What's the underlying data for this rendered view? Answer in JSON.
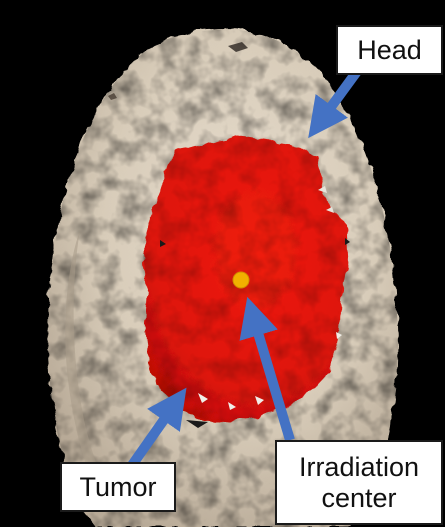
{
  "labels": {
    "head": "Head",
    "tumor": "Tumor",
    "irradiation_line1": "Irradiation",
    "irradiation_line2": "center"
  },
  "colors": {
    "background": "#000000",
    "head_tissue": "#ddd0bd",
    "head_shadow": "#b5a795",
    "tumor": "#e3150b",
    "tumor_shadow": "#b80d05",
    "irradiation_center": "#f2b000",
    "arrow": "#4472c4",
    "label_border": "#1a1a1a"
  },
  "icons": {
    "arrow": "arrow-icon",
    "irradiation_center": "dot-marker"
  }
}
